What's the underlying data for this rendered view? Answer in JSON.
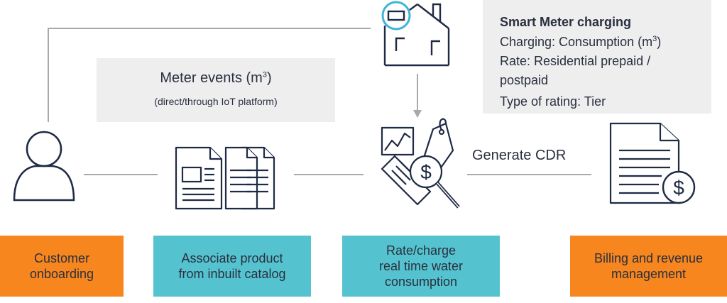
{
  "smart_meter_box": {
    "title": "Smart Meter charging",
    "line1_text": "Charging: Consumption (m",
    "line1_sup": "3",
    "line1_end": ")",
    "line2": "Rate: Residential prepaid /",
    "line3": "postpaid",
    "line4": "Type of rating: Tier"
  },
  "meter_events_box": {
    "title_text": "Meter events (m",
    "title_sup": "3",
    "title_end": ")",
    "subtitle": "(direct/through IoT platform)"
  },
  "generate_cdr_label": "Generate CDR",
  "steps": {
    "customer": "Customer\nonboarding",
    "associate": "Associate product\nfrom inbuilt catalog",
    "rate": "Rate/charge\nreal time water\nconsumption",
    "billing": "Billing and revenue\nmanagement"
  },
  "icons": {
    "house": "house-with-meter-icon",
    "person": "person-icon",
    "documents": "documents-icon",
    "rating": "rating-magnifier-icon",
    "invoice": "invoice-dollar-icon"
  },
  "colors": {
    "orange": "#f7861e",
    "teal": "#55c3cf",
    "teal_meter": "#3fb4d8",
    "line_gray": "#a9a9a9",
    "icon_dark": "#1f2a44",
    "box_gray": "#eeeeef"
  }
}
